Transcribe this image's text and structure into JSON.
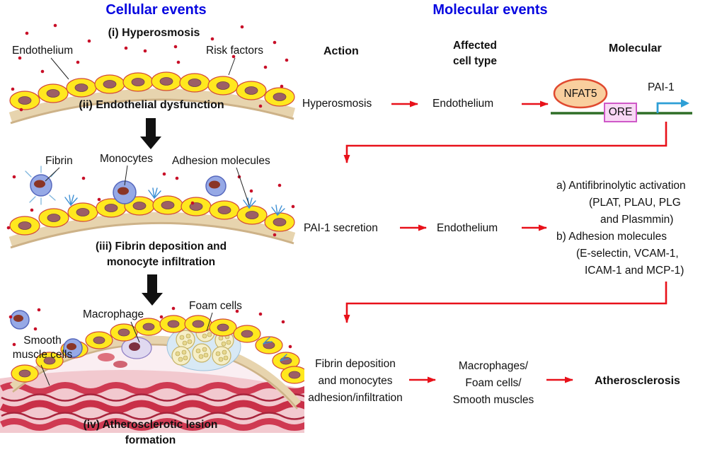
{
  "colors": {
    "title_blue": "#0707e0",
    "arrow_red": "#e8111a",
    "nfat5_fill": "#f9cf9e",
    "nfat5_stroke": "#e0492f",
    "ore_fill": "#f9d7f5",
    "ore_stroke": "#cf59c8",
    "dna_green": "#2f6e27",
    "transcription_blue": "#2e9fd6"
  },
  "titles": {
    "cellular": "Cellular events",
    "molecular": "Molecular events"
  },
  "cellular": {
    "steps": {
      "step1": "(i) Hyperosmosis",
      "step2": "(ii) Endothelial dysfunction",
      "step3_line1": "(iii) Fibrin deposition and",
      "step3_line2": "monocyte infiltration",
      "step4_line1": "(iv) Atherosclerotic lesion",
      "step4_line2": "formation"
    },
    "labels": {
      "endothelium": "Endothelium",
      "risk_factors": "Risk factors",
      "fibrin": "Fibrin",
      "monocytes": "Monocytes",
      "adhesion_molecules": "Adhesion molecules",
      "macrophage": "Macrophage",
      "foam_cells": "Foam cells",
      "smooth_muscle_line1": "Smooth",
      "smooth_muscle_line2": "muscle cells"
    }
  },
  "molecular": {
    "headers": {
      "action": "Action",
      "affected_line1": "Affected",
      "affected_line2": "cell type",
      "molecular": "Molecular"
    },
    "row1": {
      "action": "Hyperosmosis",
      "cell": "Endothelium",
      "nfat5": "NFAT5",
      "ore": "ORE",
      "pai1": "PAI-1"
    },
    "row2": {
      "action": "PAI-1 secretion",
      "cell": "Endothelium",
      "line_a1": "a) Antifibrinolytic activation",
      "line_a2": "(PLAT, PLAU, PLG",
      "line_a3": "and Plasmmin)",
      "line_b1": "b) Adhesion molecules",
      "line_b2": "(E-selectin, VCAM-1,",
      "line_b3": "ICAM-1 and MCP-1)"
    },
    "row3": {
      "action_line1": "Fibrin deposition",
      "action_line2": "and monocytes",
      "action_line3": "adhesion/infiltration",
      "cell_line1": "Macrophages/",
      "cell_line2": "Foam cells/",
      "cell_line3": "Smooth muscles",
      "result": "Atherosclerosis"
    }
  }
}
